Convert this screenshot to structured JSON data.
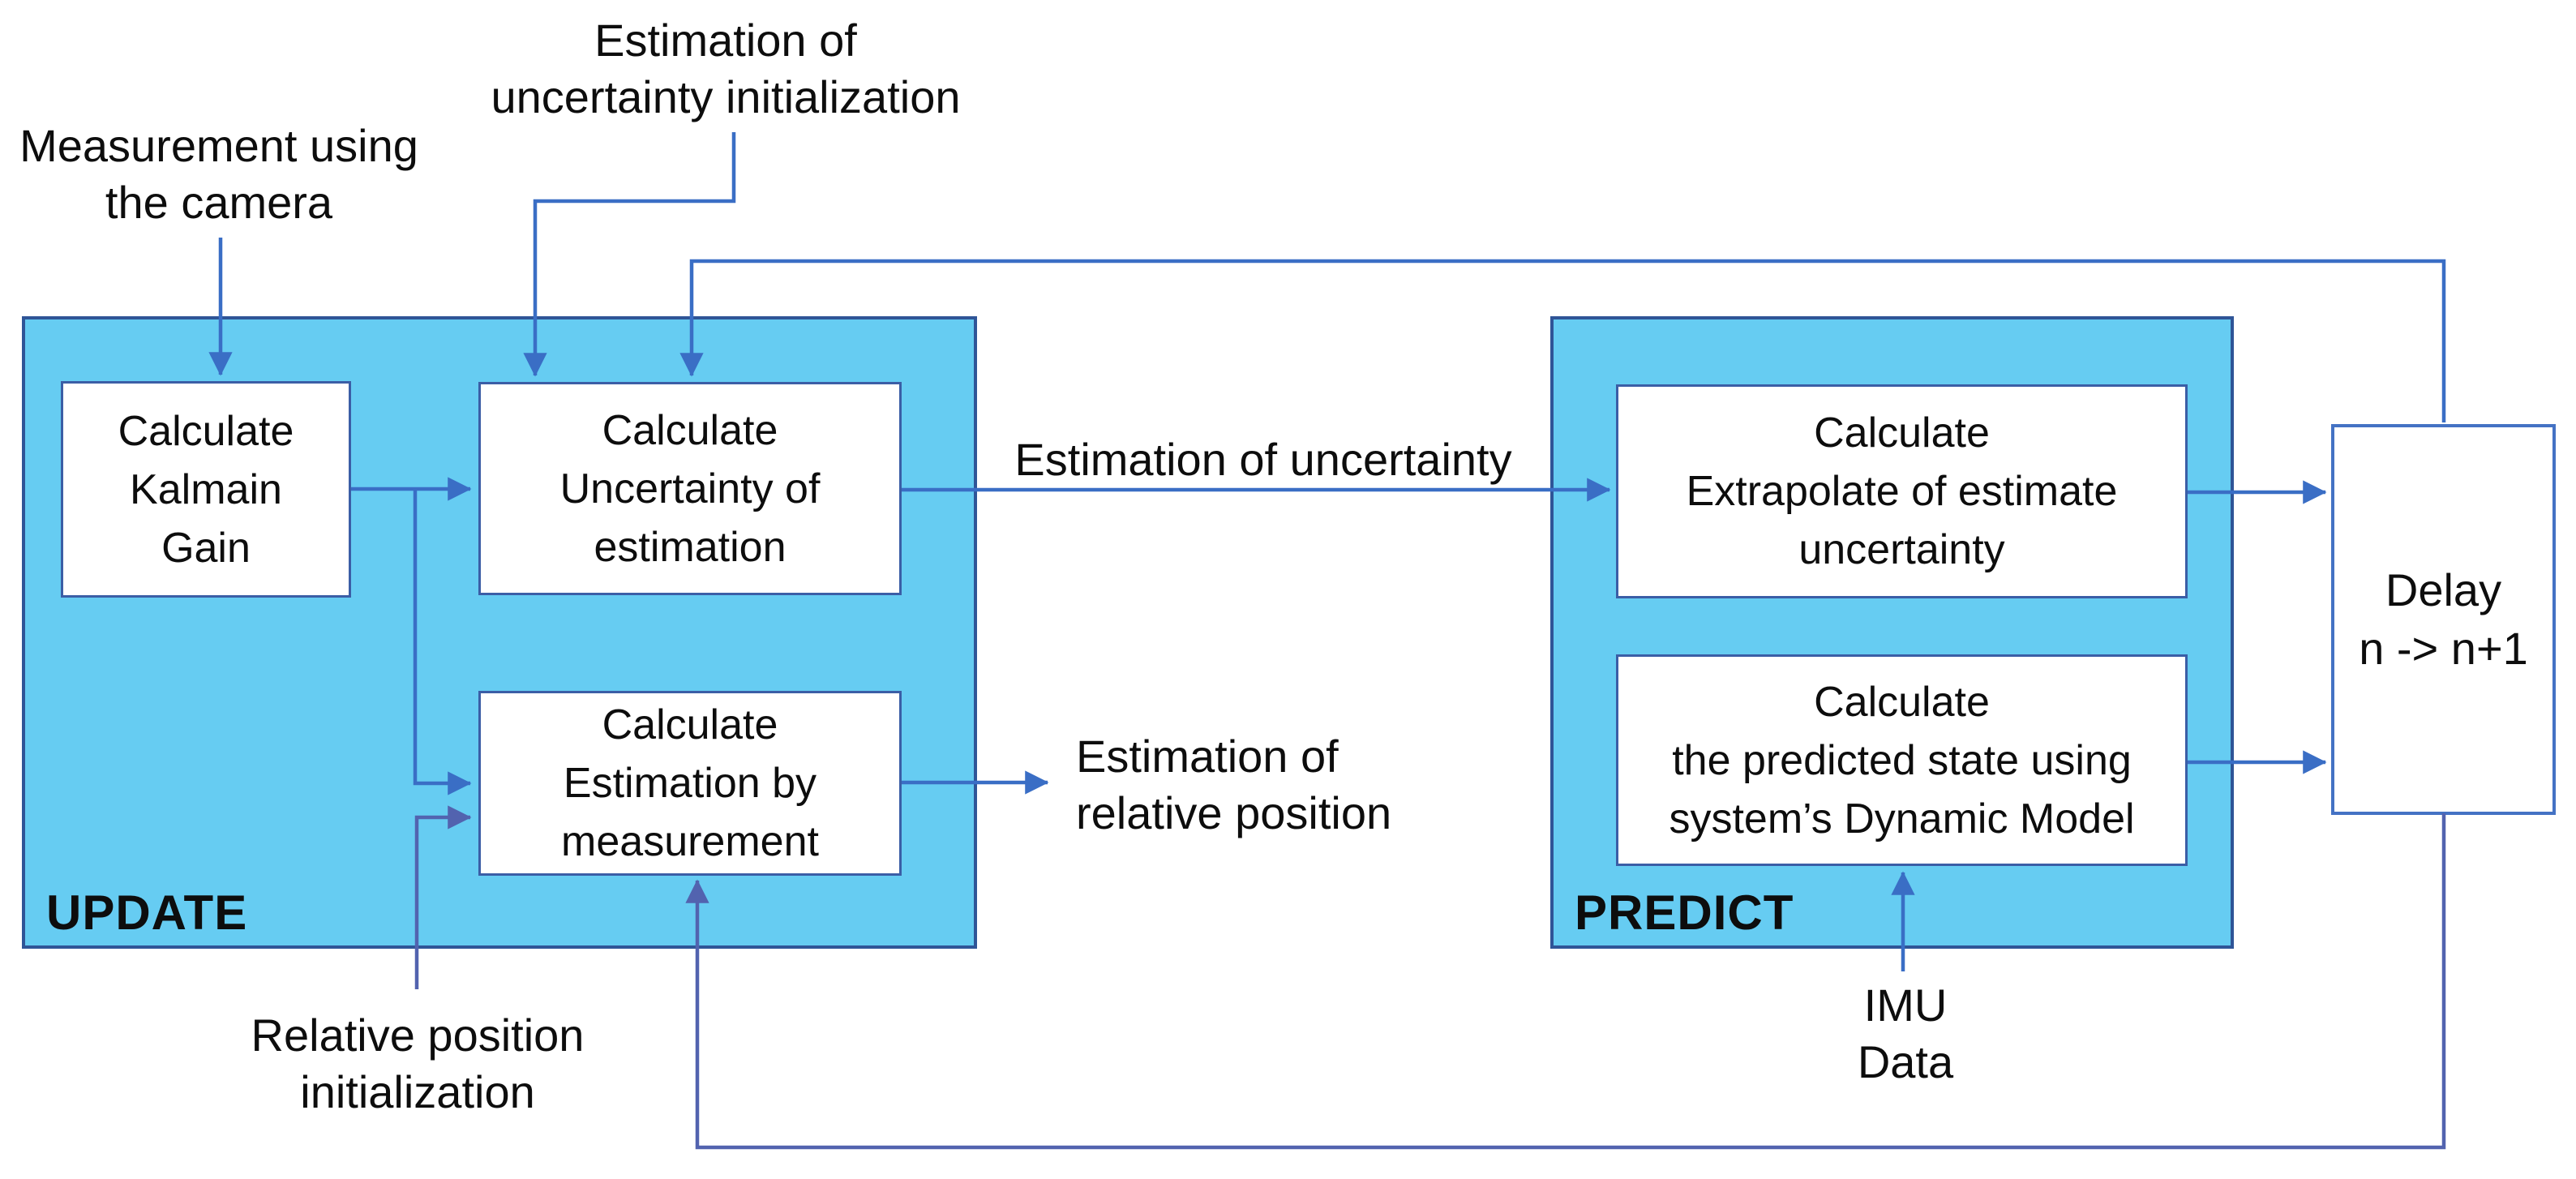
{
  "colors": {
    "section-fill": "#66CCF2",
    "section-border": "#2F5597",
    "box-border": "#3B5EA6",
    "delay-border": "#4472C4",
    "arrow": "#3A6EC5",
    "arrow-alt": "#5263AF",
    "ink": "#0d0d0d"
  },
  "sections": {
    "update": {
      "label": "UPDATE"
    },
    "predict": {
      "label": "PREDICT"
    }
  },
  "boxes": {
    "kalman": "Calculate\nKalmain\nGain",
    "uncertainty": "Calculate\nUncertainty of\nestimation",
    "estimation": "Calculate\nEstimation by\nmeasurement",
    "extrapolate": "Calculate\nExtrapolate of estimate\nuncertainty",
    "predicted_state": "Calculate\nthe predicted state using\nsystem’s Dynamic Model",
    "delay": "Delay\nn -> n+1"
  },
  "labels": {
    "measurement_camera": "Measurement using\nthe camera",
    "uncertainty_init": "Estimation of\nuncertainty initialization",
    "estimation_uncertainty": "Estimation of uncertainty",
    "estimation_relative_position": "Estimation of\nrelative position",
    "relative_position_init": "Relative position\ninitialization",
    "imu": "IMU\nData"
  }
}
